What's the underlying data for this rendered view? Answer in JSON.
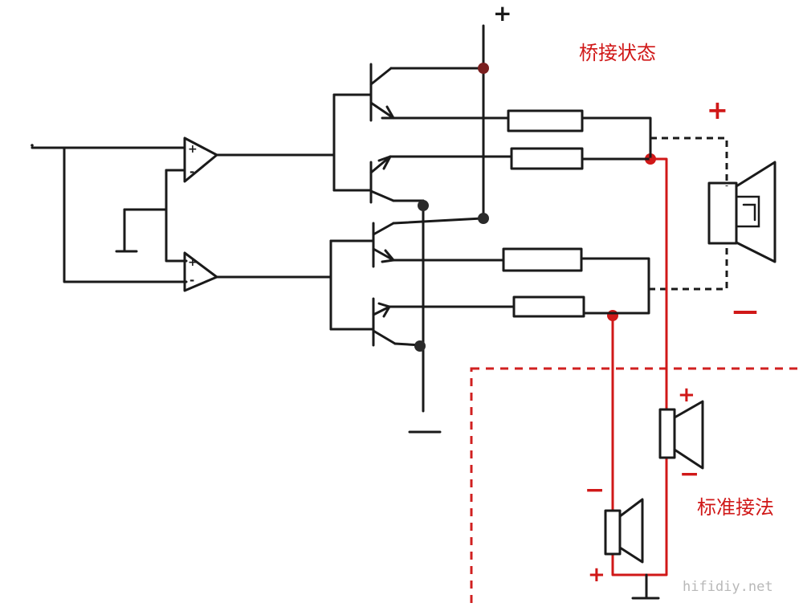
{
  "labels": {
    "bridge_state": "桥接状态",
    "standard_wiring": "标准接法",
    "watermark": "hifidiy.net"
  },
  "signs": {
    "supply_positive": "+",
    "supply_negative": "—",
    "bridge_speaker_positive": "+",
    "bridge_speaker_negative": "—",
    "speaker1_positive": "+",
    "speaker1_negative": "−",
    "speaker2_negative": "−",
    "speaker2_positive": "+",
    "opamp1_plus": "+",
    "opamp1_minus": "-",
    "opamp2_plus": "+",
    "opamp2_minus": "-"
  },
  "colors": {
    "line": "#1a1a1a",
    "standard_wiring": "#d01818",
    "watermark": "#b8b8b8"
  }
}
